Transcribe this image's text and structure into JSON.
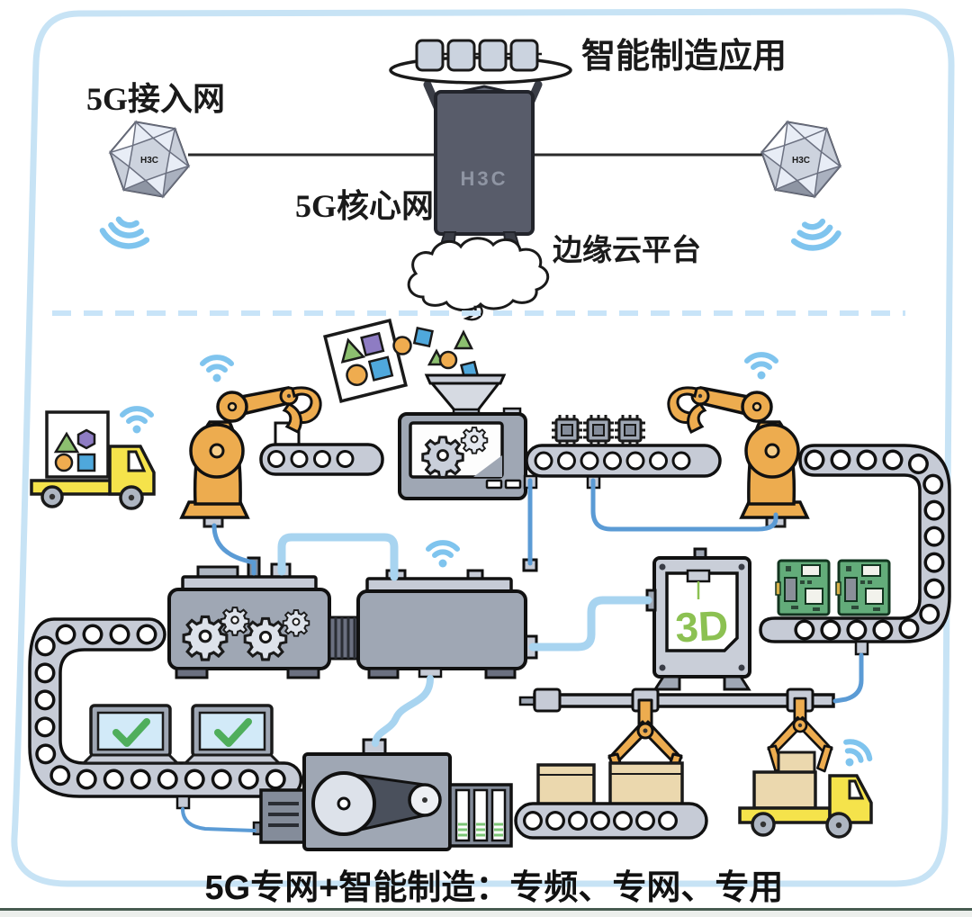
{
  "header": {
    "access_network_label": "5G接入网",
    "core_network_label": "5G核心网",
    "smart_manufacturing_app_label": "智能制造应用",
    "edge_cloud_label": "边缘云平台",
    "server_logo": "H3C",
    "left_node_logo": "H3C",
    "right_node_logo": "H3C"
  },
  "factory": {
    "printer_3d_label": "3D"
  },
  "caption": "5G专网+智能制造：专频、专网、专用",
  "colors": {
    "frame_blue": "#C7E3F5",
    "divider_blue": "#C8E4F8",
    "wifi_blue": "#7FC4EE",
    "cable_blue": "#5B9BD5",
    "cable_light_blue": "#A8D4F0",
    "robot_orange": "#EDAC4F",
    "machine_gray": "#9FA7B4",
    "conveyor_gray": "#C6CBD6",
    "gear_gray": "#DDE2EA",
    "truck_yellow": "#F5E34B",
    "box_tan": "#EBD8AE",
    "check_green": "#4FAE5C",
    "printer_text_green": "#8CC152",
    "pcb_green": "#63AC7A",
    "shape_green": "#8CBF6F",
    "shape_purple": "#8E7CC3",
    "shape_blue": "#4FA8DC",
    "shape_orange": "#EFAC4F",
    "server_dark": "#585C6A"
  }
}
